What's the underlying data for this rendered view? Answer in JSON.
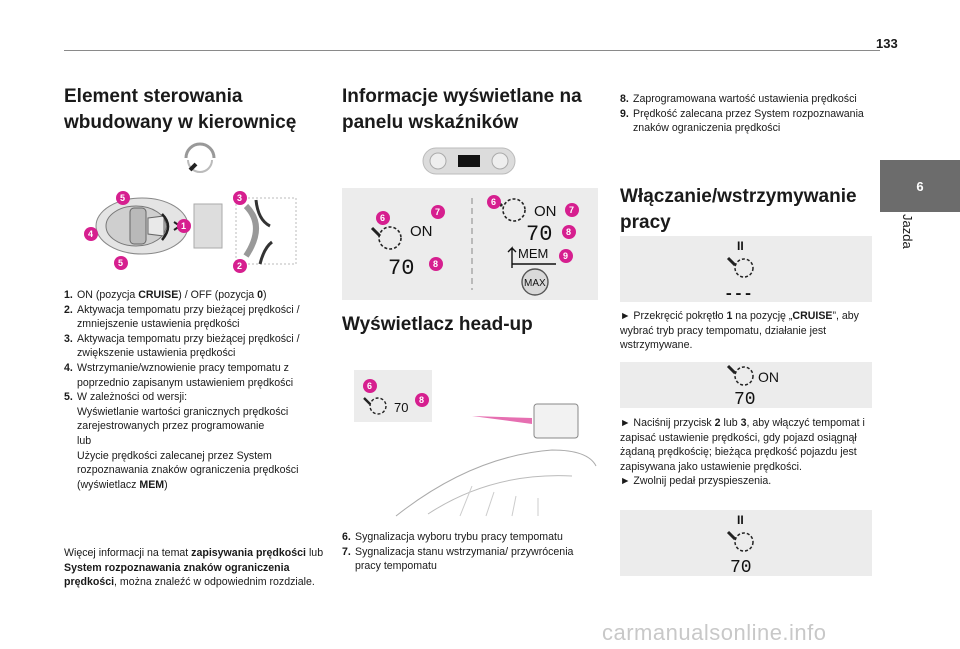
{
  "page_number": "133",
  "side_tab": {
    "number": "6",
    "label": "Jazda"
  },
  "col1": {
    "title_line1": "Element sterowania",
    "title_line2": "wbudowany w kierownicę",
    "items": [
      {
        "n": "1.",
        "pre": "ON (pozycja ",
        "b1": "CRUISE",
        "mid": ") / OFF (pozycja ",
        "b2": "0",
        "post": ")"
      },
      {
        "n": "2.",
        "text": "Aktywacja tempomatu przy bieżącej prędkości / zmniejszenie ustawienia prędkości"
      },
      {
        "n": "3.",
        "text": "Aktywacja tempomatu przy bieżącej prędkości / zwiększenie ustawienia prędkości"
      },
      {
        "n": "4.",
        "text": "Wstrzymanie/wznowienie pracy tempomatu z poprzednio zapisanym ustawieniem prędkości"
      },
      {
        "n": "5.",
        "l1": "W zależności od wersji:",
        "l2": "Wyświetlanie wartości granicznych prędkości zarejestrowanych przez programowanie",
        "l3": "lub",
        "l4pre": "Użycie prędkości zalecanej przez System rozpoznawania znaków ograniczenia prędkości (wyświetlacz ",
        "l4b": "MEM",
        "l4post": ")"
      }
    ],
    "more_pre": "Więcej informacji na temat ",
    "more_b1": "zapisywania prędkości",
    "more_mid": " lub ",
    "more_b2": "System rozpoznawania znaków ograniczenia prędkości",
    "more_post": ", można znaleźć w odpowiednim rozdziale."
  },
  "col2": {
    "title_line1": "Informacje wyświetlane na",
    "title_line2": "panelu wskaźników",
    "hud_title": "Wyświetlacz head-up",
    "items": [
      {
        "n": "6.",
        "text": "Sygnalizacja wyboru trybu pracy tempomatu"
      },
      {
        "n": "7.",
        "text": "Sygnalizacja stanu wstrzymania/ przywrócenia pracy tempomatu"
      }
    ]
  },
  "col3": {
    "items": [
      {
        "n": "8.",
        "text": "Zaprogramowana wartość ustawienia prędkości"
      },
      {
        "n": "9.",
        "text": "Prędkość zalecana przez System rozpoznawania znaków ograniczenia prędkości"
      }
    ],
    "title_line1": "Włączanie/wstrzymywanie",
    "title_line2": "pracy",
    "p1_pre": "► Przekręcić pokrętło ",
    "p1_b1": "1",
    "p1_mid": " na pozycję „",
    "p1_b2": "CRUISE",
    "p1_post": "”, aby wybrać tryb pracy tempomatu, działanie jest wstrzymywane.",
    "p2_pre": "► Naciśnij przycisk ",
    "p2_b1": "2",
    "p2_mid": " lub ",
    "p2_b2": "3",
    "p2_post": ", aby włączyć tempomat i zapisać ustawienie prędkości, gdy pojazd osiągnął żądaną prędkościę; bieżąca prędkość pojazdu jest zapisywana jako ustawienie prędkości.",
    "p3": "► Zwolnij pedał przyspieszenia."
  },
  "display": {
    "on": "ON",
    "speed": "70",
    "mem": "MEM",
    "max": "MAX",
    "hud_speed": "70",
    "pause": "II",
    "dashes": "---"
  },
  "badges": {
    "b1": "1",
    "b2": "2",
    "b3": "3",
    "b4": "4",
    "b5": "5",
    "b6": "6",
    "b7": "7",
    "b8": "8",
    "b9": "9"
  },
  "footer": "carmanualsonline.info",
  "colors": {
    "badge": "#d61f8f",
    "tab": "#6c6c6c",
    "figure_bg": "#ececec"
  }
}
